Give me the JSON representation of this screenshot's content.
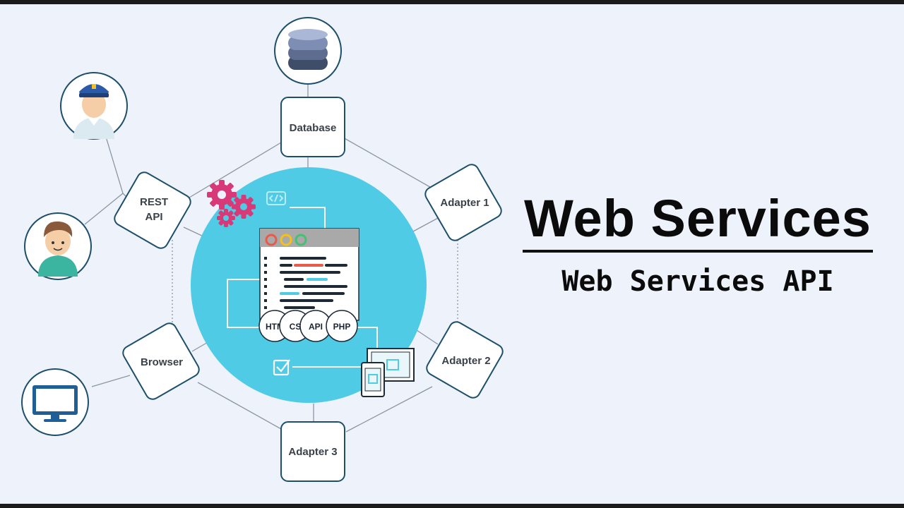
{
  "title": "Web Services",
  "subtitle": "Web Services API",
  "nodes": {
    "database": "Database",
    "adapter1": "Adapter 1",
    "adapter2": "Adapter 2",
    "adapter3": "Adapter 3",
    "browser": "Browser",
    "rest_api": [
      "REST",
      "API"
    ]
  },
  "tech_pills": [
    "HTM",
    "CS",
    "API",
    "PHP"
  ],
  "icons": [
    "database-icon",
    "officer-avatar-icon",
    "user-avatar-icon",
    "monitor-icon",
    "gears-icon",
    "code-tag-icon",
    "checkbox-icon",
    "devices-icon",
    "code-window-icon"
  ],
  "colors": {
    "hub": "#4fcbe6",
    "node_border": "#1d4f6a",
    "gear": "#d83a77",
    "title": "#0b0b0b"
  }
}
